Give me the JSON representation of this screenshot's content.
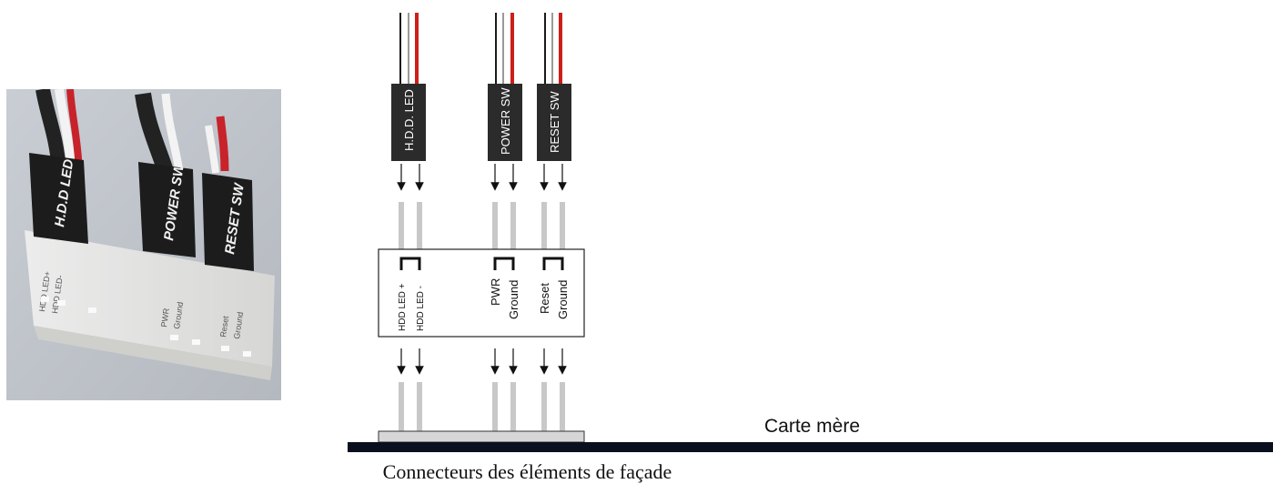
{
  "photo": {
    "labels": {
      "hdd_led": "H.D.D LED",
      "power_sw": "POWER SW",
      "reset_sw": "RESET SW",
      "hdd_led_plus": "HDD LED+",
      "hdd_led_minus": "HDD LED-",
      "pwr": "PWR",
      "ground_1": "Ground",
      "reset": "Reset",
      "ground_2": "Ground"
    }
  },
  "diagram": {
    "connectors": {
      "hdd_led": "H.D.D. LED",
      "power_sw": "POWER SW",
      "reset_sw": "RESET SW"
    },
    "header_pins": {
      "hdd_led_plus": "HDD LED +",
      "hdd_led_minus": "HDD LED -",
      "pwr": "PWR",
      "ground_1": "Ground",
      "reset": "Reset",
      "ground_2": "Ground"
    },
    "board_label": "Carte mère",
    "colors": {
      "wire_red": "#cc1f1a",
      "wire_black": "#1a1a1a",
      "connector": "#2b2b2b",
      "pin": "#c8c8c8",
      "board": "#0a0f1e"
    }
  },
  "caption": "Connecteurs des éléments de façade"
}
